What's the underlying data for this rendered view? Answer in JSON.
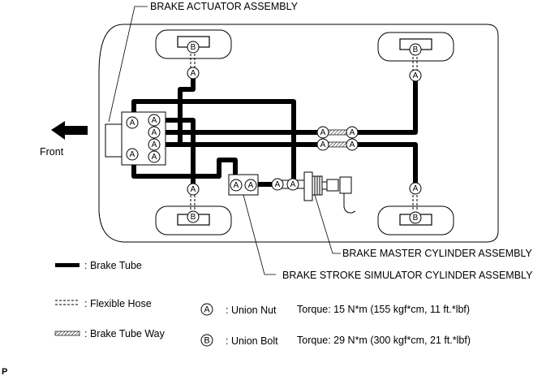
{
  "callouts": {
    "actuator": "BRAKE ACTUATOR ASSEMBLY",
    "master_cylinder": "BRAKE MASTER CYLINDER ASSEMBLY",
    "stroke_simulator": "BRAKE STROKE SIMULATOR CYLINDER ASSEMBLY"
  },
  "direction": {
    "label": "Front",
    "icon": "arrow-left-icon"
  },
  "fitting_marks": {
    "union_nut": "A",
    "union_bolt": "B"
  },
  "legend": {
    "line_types": [
      {
        "symbol": "solid-thick-line",
        "label": ": Brake Tube"
      },
      {
        "symbol": "dashed-double-line",
        "label": ": Flexible Hose"
      },
      {
        "symbol": "hatched-bar",
        "label": ": Brake Tube Way"
      }
    ],
    "fittings": [
      {
        "mark": "A",
        "label": ": Union Nut",
        "torque": "Torque: 15 N*m (155 kgf*cm, 11 ft.*lbf)"
      },
      {
        "mark": "B",
        "label": ": Union Bolt",
        "torque": "Torque: 29 N*m (300 kgf*cm, 21 ft.*lbf)"
      }
    ]
  },
  "footer_mark": "P"
}
